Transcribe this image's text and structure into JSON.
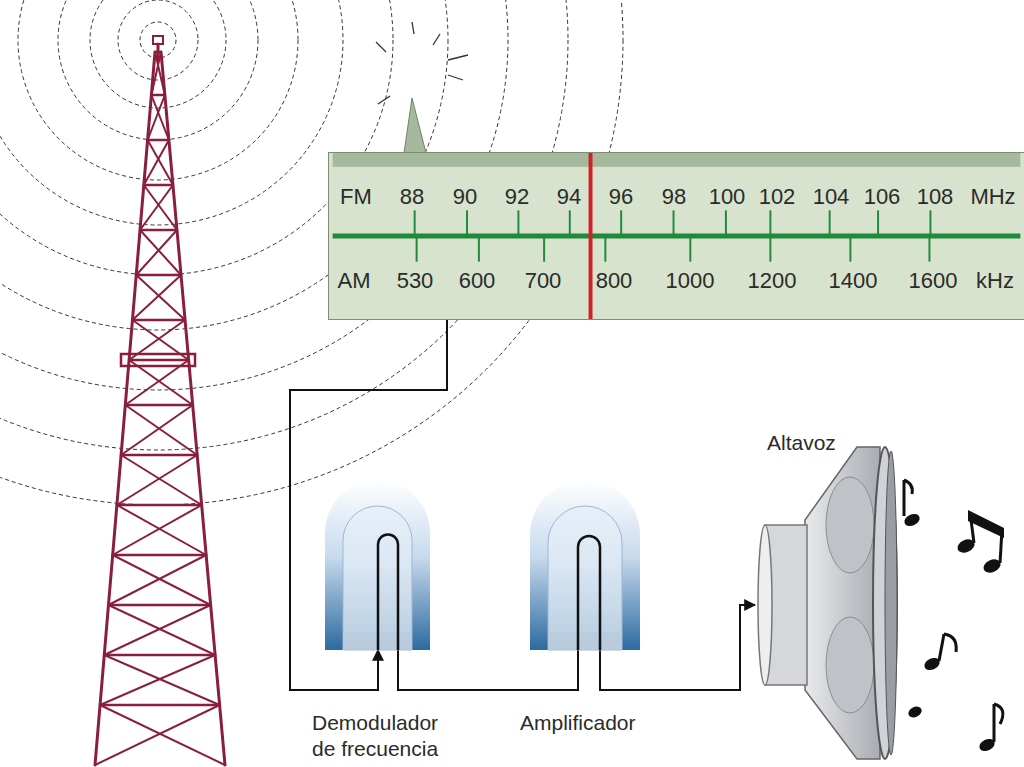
{
  "diagram": {
    "nodes": [
      {
        "text": [
          "FM",
          "88",
          "90",
          "92",
          "94",
          "96",
          "98",
          "100",
          "102",
          "104",
          "106",
          "108",
          "MHz",
          "AM",
          "530",
          "600",
          "700",
          "800",
          "1000",
          "1200",
          "1400",
          "1600",
          "kHz"
        ]
      },
      {
        "text": [
          "Demodulador de frecuencia"
        ]
      },
      {
        "text": [
          "Amplificador"
        ]
      },
      {
        "text": [
          "Altavoz"
        ]
      }
    ],
    "edges": [
      {
        "from": 0,
        "to": 1,
        "arrow": "to"
      },
      {
        "from": 1,
        "to": 2,
        "arrow": "none"
      },
      {
        "from": 2,
        "to": 3,
        "arrow": "to"
      }
    ]
  }
}
